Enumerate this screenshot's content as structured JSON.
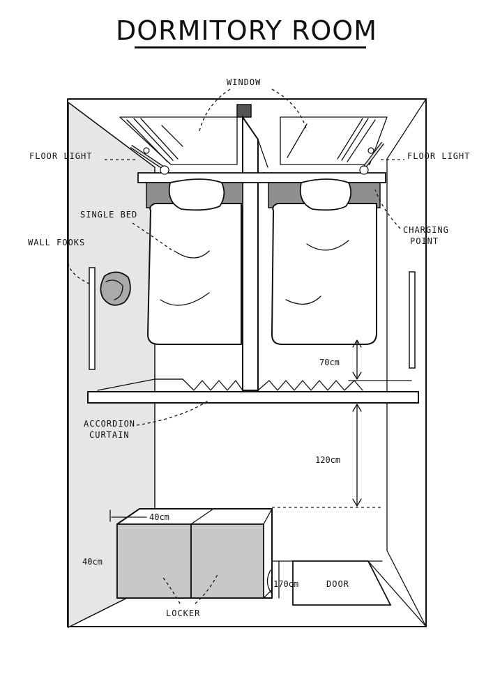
{
  "title": "DORMITORY ROOM",
  "labels": {
    "window": "WINDOW",
    "floor_light_left": "FLOOR LIGHT",
    "floor_light_right": "FLOOR LIGHT",
    "single_bed": "SINGLE BED",
    "wall_hooks": "WALL FOOKS",
    "charging_point_1": "CHARGING",
    "charging_point_2": "POINT",
    "accordion_curtain_1": "ACCORDION",
    "accordion_curtain_2": "CURTAIN",
    "locker": "LOCKER",
    "door": "DOOR"
  },
  "dimensions": {
    "bed_clearance": "70cm",
    "upper_height": "120cm",
    "locker_width": "40cm",
    "locker_height": "40cm",
    "door_height": "170cm"
  },
  "colors": {
    "ink": "#111111",
    "wall_shade": "#e6e6e6",
    "locker_fill": "#c8c8c8",
    "headboard": "#8f8f8f"
  }
}
